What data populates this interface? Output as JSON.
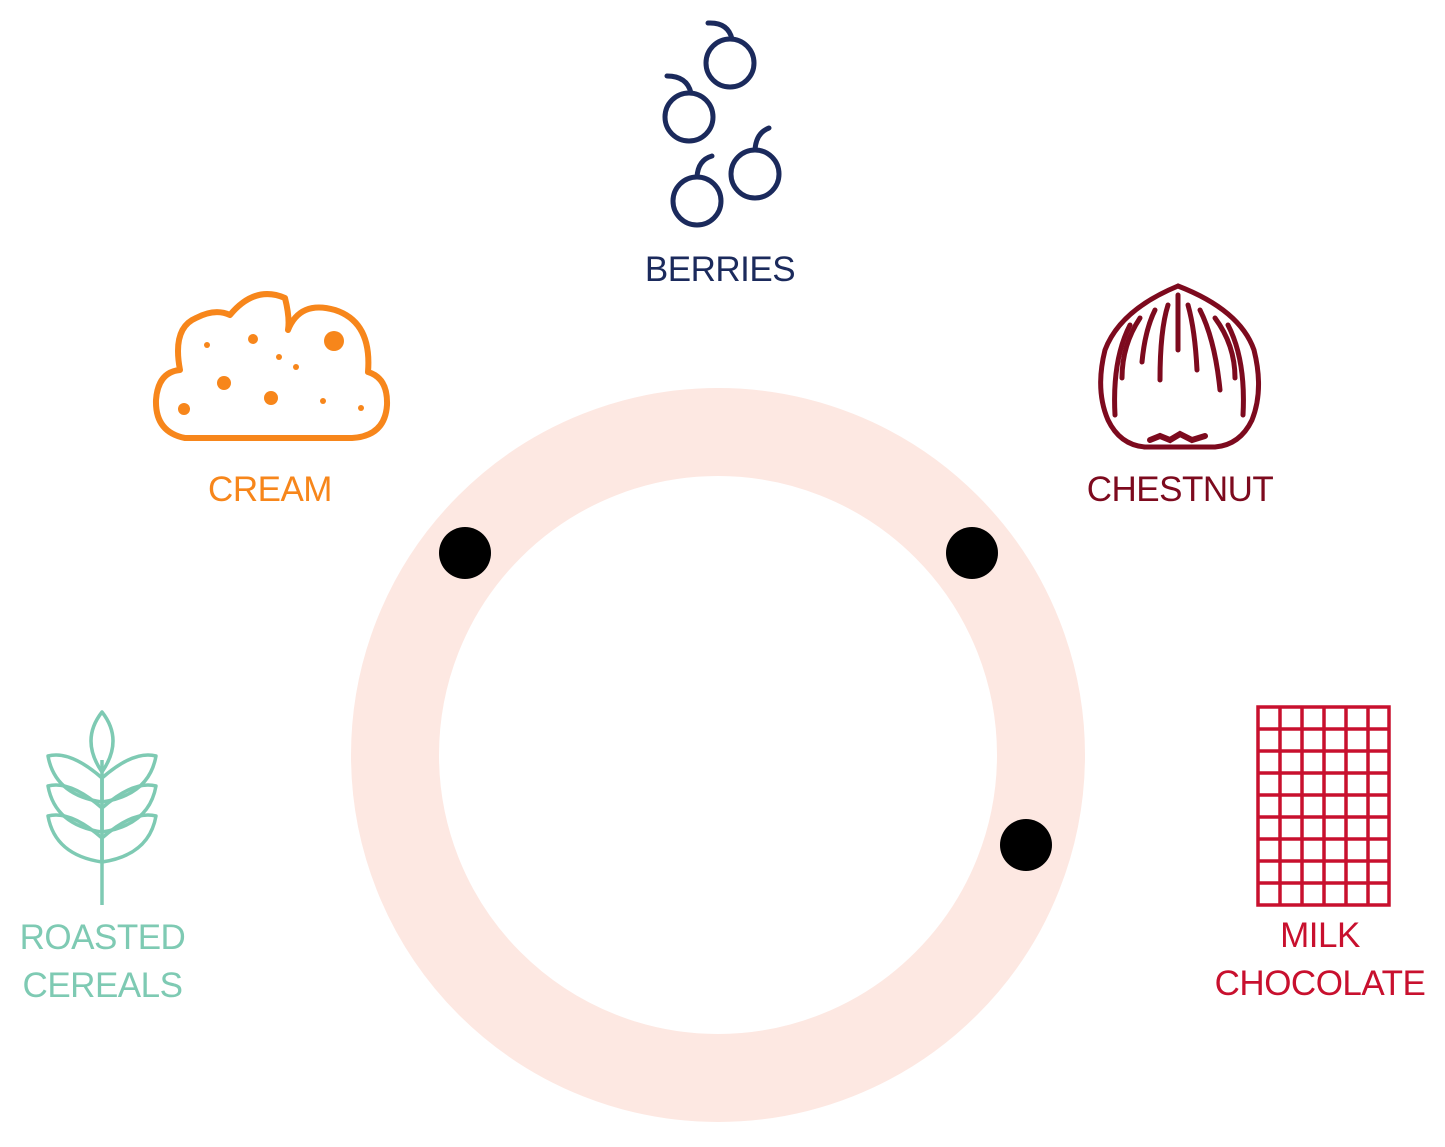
{
  "flavors": {
    "berries": {
      "label": "BERRIES",
      "color": "#1b2a5c"
    },
    "cream": {
      "label": "CREAM",
      "color": "#f7861b"
    },
    "chestnut": {
      "label": "CHESTNUT",
      "color": "#7d0a1e"
    },
    "cereals": {
      "label_line1": "ROASTED",
      "label_line2": "CEREALS",
      "color": "#7ecab3"
    },
    "chocolate": {
      "label_line1": "MILK",
      "label_line2": "CHOCOLATE",
      "color": "#c8102e"
    }
  },
  "ring_color": "#fde8e2",
  "markers": [
    "cream",
    "chestnut",
    "milk-chocolate"
  ]
}
